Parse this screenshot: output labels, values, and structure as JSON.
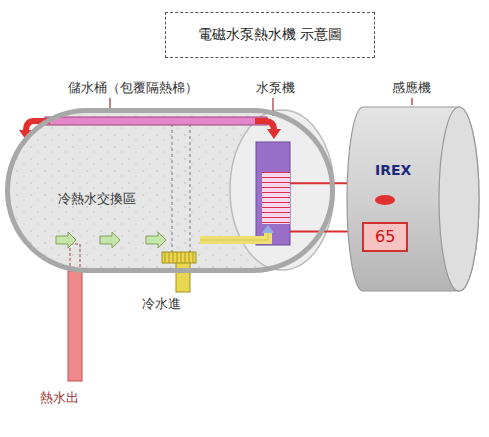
{
  "diagram": {
    "title": "電磁水泵熱水機 示意圖",
    "nodes": [
      {
        "text": [
          "儲水桶（包覆隔熱棉）",
          "冷熱水交換區"
        ]
      },
      {
        "text": [
          "水泵機"
        ],
        "in": 0
      },
      {
        "text": [
          "感應機",
          "IREX"
        ]
      },
      {
        "text": [
          "65"
        ],
        "in": 2
      }
    ],
    "edges": [
      {
        "from": 1,
        "to": 2,
        "arrow": "none"
      },
      {
        "from": 1,
        "to": 2,
        "arrow": "none"
      }
    ],
    "labels": [
      "冷水進",
      "熱水出"
    ]
  }
}
